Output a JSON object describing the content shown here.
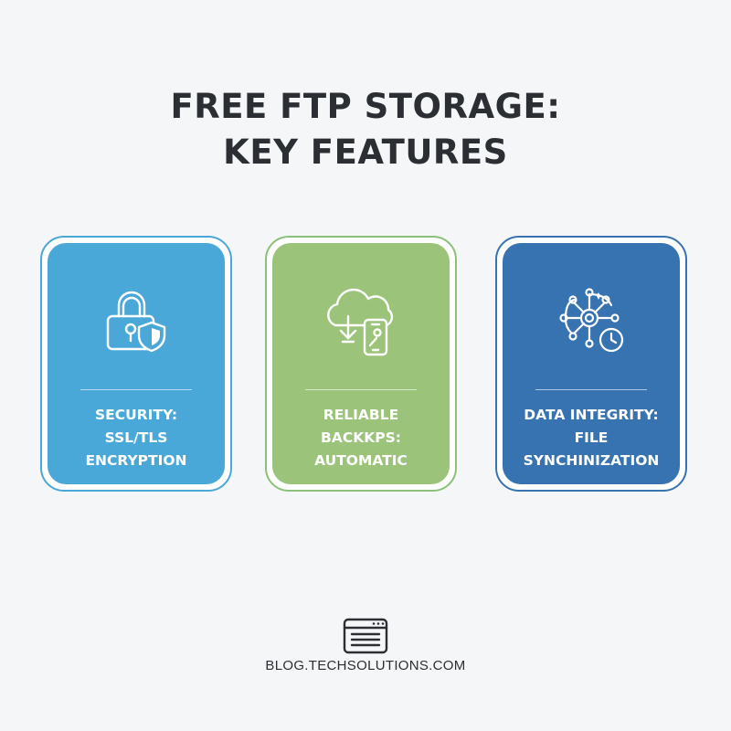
{
  "title": {
    "line1": "FREE FTP STORAGE:",
    "line2": "KEY FEATURES"
  },
  "cards": [
    {
      "label": "SECURITY:\nSSL/TLS\nENCRYPTION",
      "icon": "padlock-shield-icon",
      "color": "#4aa8d8",
      "frame_color": "#4aa8d8"
    },
    {
      "label": "RELIABLE\nBACKKPS:\nAUTOMATIC",
      "icon": "cloud-phone-icon",
      "color": "#9bc47a",
      "frame_color": "#8cc07a"
    },
    {
      "label": "DATA INTEGRITY:\nFILE\nSYNCHINIZATION",
      "icon": "network-clock-icon",
      "color": "#3773b1",
      "frame_color": "#3773b1"
    }
  ],
  "footer": {
    "icon": "browser-window-icon",
    "text": "BLOG.TECHSOLUTIONS.COM"
  }
}
